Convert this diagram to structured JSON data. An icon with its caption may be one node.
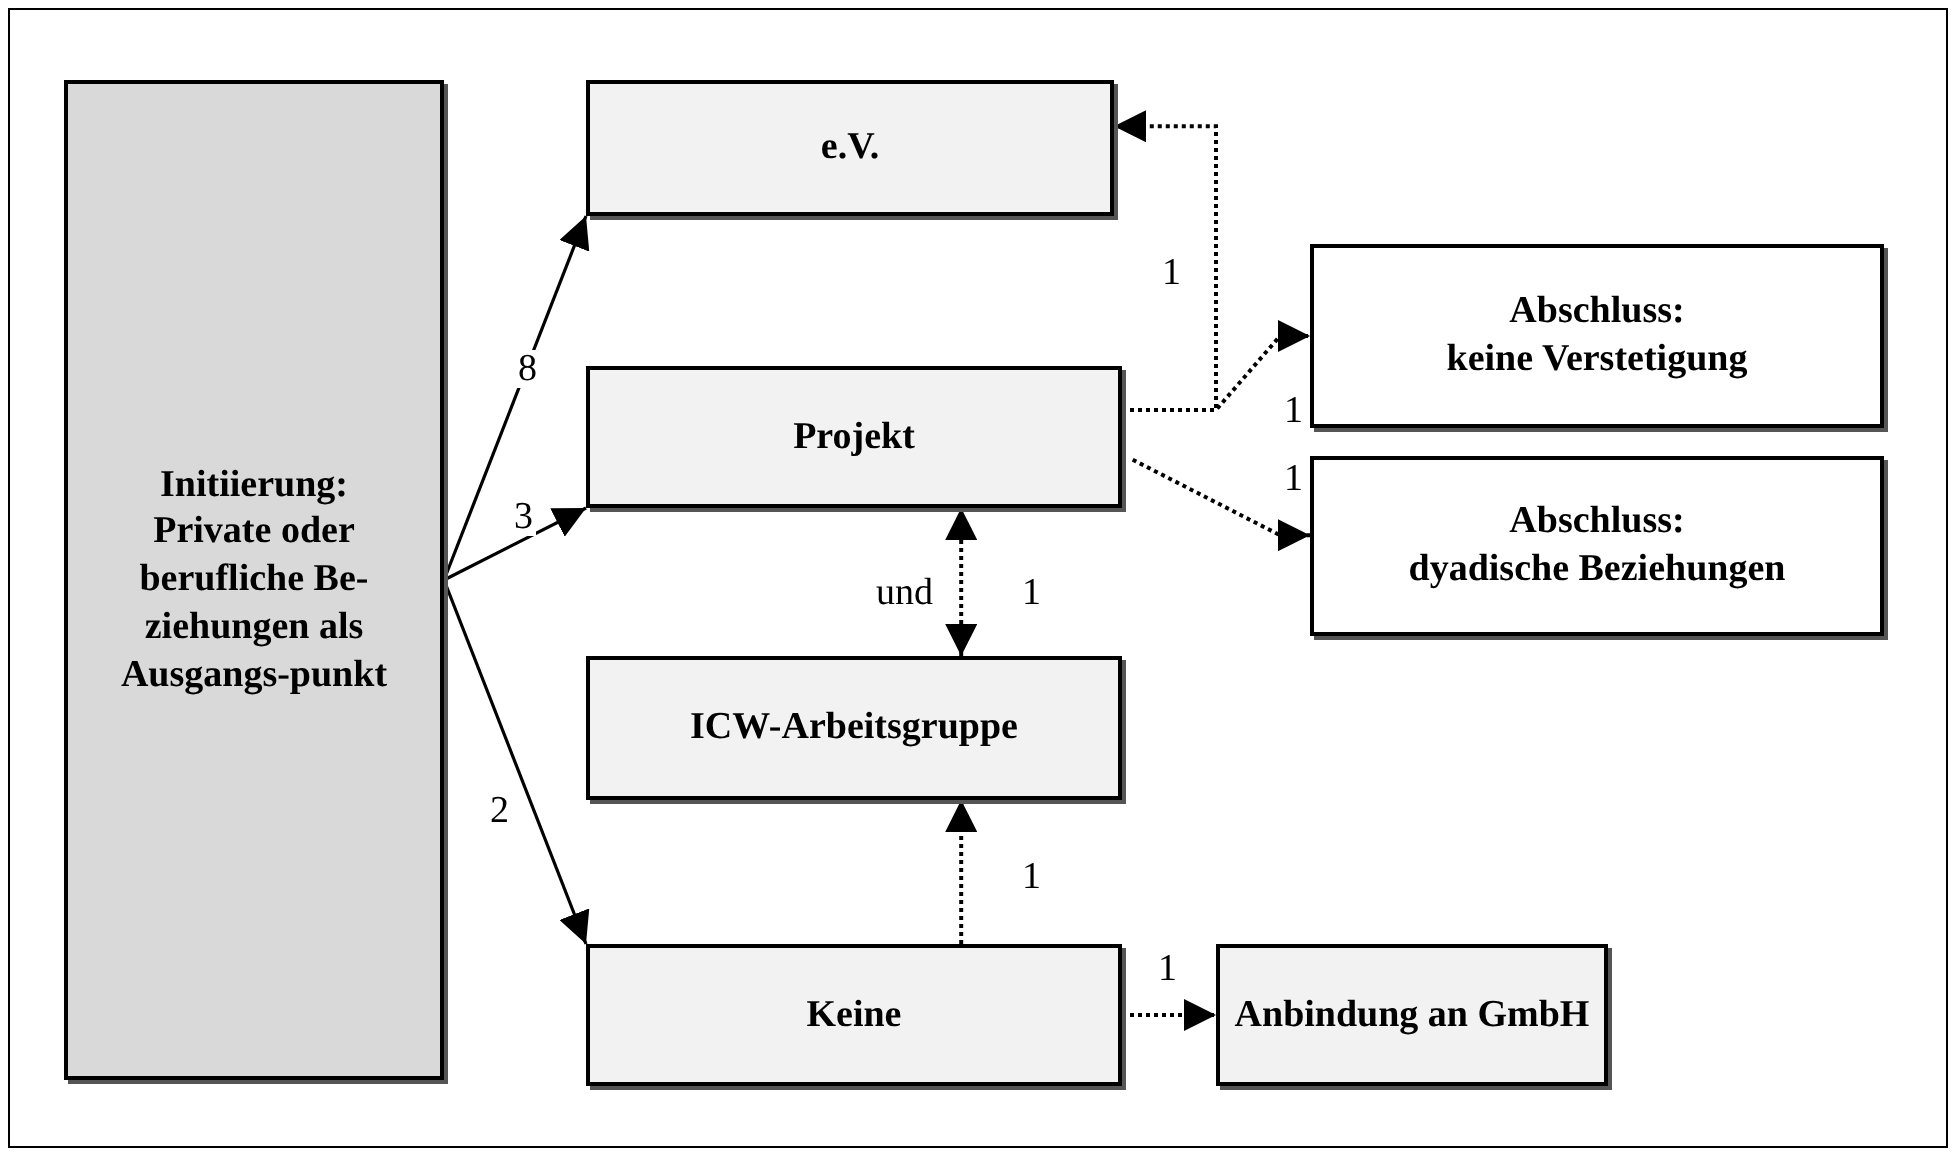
{
  "diagram": {
    "nodes": [
      {
        "text": [
          "Initiierung: Private oder berufliche Be-ziehungen als Ausgangs-punkt"
        ]
      },
      {
        "text": [
          "e.V."
        ]
      },
      {
        "text": [
          "Projekt"
        ]
      },
      {
        "text": [
          "Abschluss:",
          "keine Verstetigung"
        ]
      },
      {
        "text": [
          "Abschluss:",
          "dyadische Beziehungen"
        ]
      },
      {
        "text": [
          "ICW-Arbeitsgruppe"
        ]
      },
      {
        "text": [
          "Keine"
        ]
      },
      {
        "text": [
          "Anbindung an GmbH"
        ]
      }
    ],
    "edges": [
      {
        "from": 0,
        "to": 1,
        "arrow": "to",
        "label": "8"
      },
      {
        "from": 0,
        "to": 2,
        "arrow": "to",
        "label": "3"
      },
      {
        "from": 0,
        "to": 6,
        "arrow": "to",
        "label": "2"
      },
      {
        "from": 2,
        "to": 1,
        "arrow": "to",
        "label": "1",
        "style": "dashed"
      },
      {
        "from": 2,
        "to": 3,
        "arrow": "to",
        "label": "1",
        "style": "dashed"
      },
      {
        "from": 2,
        "to": 4,
        "arrow": "to",
        "label": "1",
        "style": "dashed"
      },
      {
        "from": 2,
        "to": 5,
        "arrow": "both",
        "label": "1",
        "style": "dashed"
      },
      {
        "from": 6,
        "to": 5,
        "arrow": "to",
        "label": "1",
        "style": "dashed"
      },
      {
        "from": 6,
        "to": 7,
        "arrow": "to",
        "label": "1",
        "style": "dashed"
      }
    ],
    "labels": [
      "und"
    ]
  }
}
